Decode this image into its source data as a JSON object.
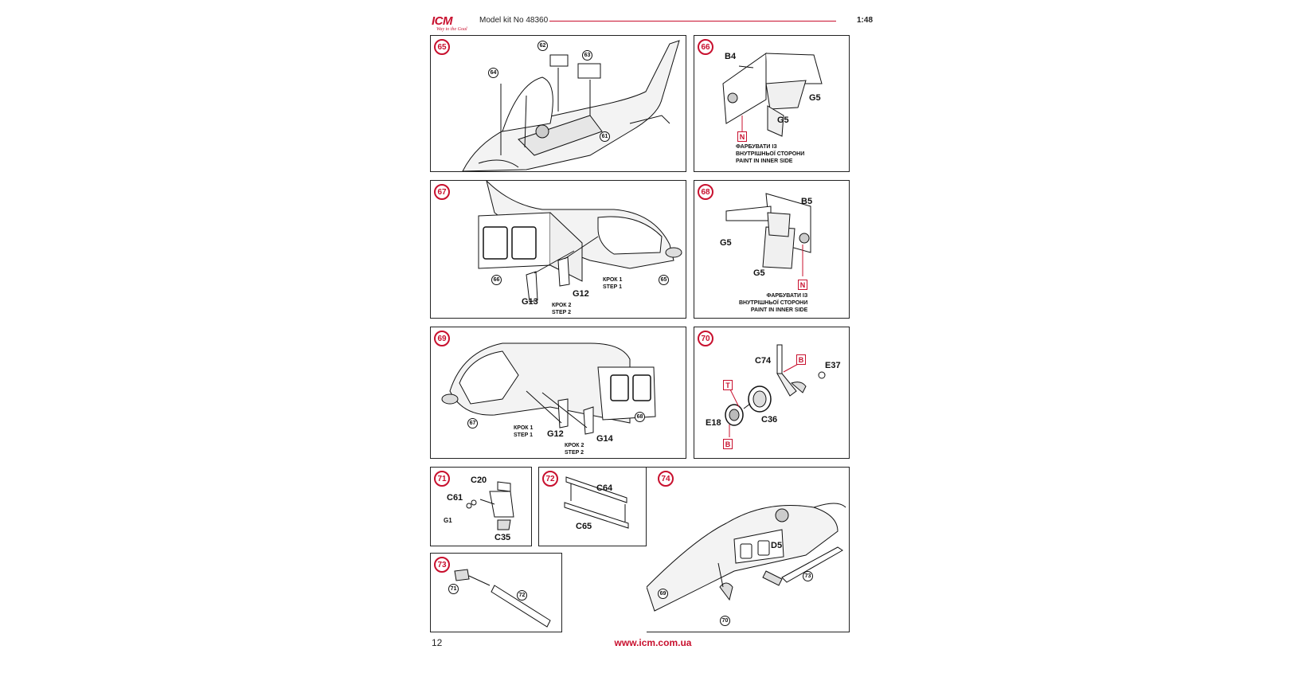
{
  "header": {
    "logo_text": "ICM",
    "logo_tagline": "Way to the Goal",
    "kit_label": "Model kit No 48360",
    "scale": "1:48"
  },
  "footer": {
    "page_number": "12",
    "url": "www.icm.com.ua"
  },
  "paint_note": {
    "line1": "ФАРБУВАТИ ІЗ",
    "line2": "ВНУТРІШНЬОЇ СТОРОНИ",
    "line3": "PAINT IN INNER SIDE"
  },
  "step_labels": {
    "step1_ua": "КРОК 1",
    "step1_en": "STEP 1",
    "step2_ua": "КРОК 2",
    "step2_en": "STEP 2"
  },
  "panels": {
    "p65": {
      "number": "65",
      "refs": [
        "62",
        "63",
        "64",
        "61"
      ]
    },
    "p66": {
      "number": "66",
      "parts": [
        "B4",
        "G5",
        "G5"
      ],
      "paint_code": "N"
    },
    "p67": {
      "number": "67",
      "parts": [
        "G12",
        "G13"
      ],
      "refs": [
        "66",
        "65"
      ]
    },
    "p68": {
      "number": "68",
      "parts": [
        "B5",
        "G5",
        "G5"
      ],
      "paint_code": "N"
    },
    "p69": {
      "number": "69",
      "parts": [
        "G12",
        "G14"
      ],
      "refs": [
        "67",
        "68"
      ]
    },
    "p70": {
      "number": "70",
      "parts": [
        "C74",
        "E37",
        "C36",
        "E18"
      ],
      "paint_codes": [
        "B",
        "T",
        "B"
      ]
    },
    "p71": {
      "number": "71",
      "parts": [
        "C20",
        "C61",
        "G1",
        "C35"
      ]
    },
    "p72": {
      "number": "72",
      "parts": [
        "C64",
        "C65"
      ]
    },
    "p73": {
      "number": "73",
      "refs": [
        "71",
        "72"
      ]
    },
    "p74": {
      "number": "74",
      "parts": [
        "D5"
      ],
      "refs": [
        "73",
        "69",
        "70"
      ]
    }
  }
}
